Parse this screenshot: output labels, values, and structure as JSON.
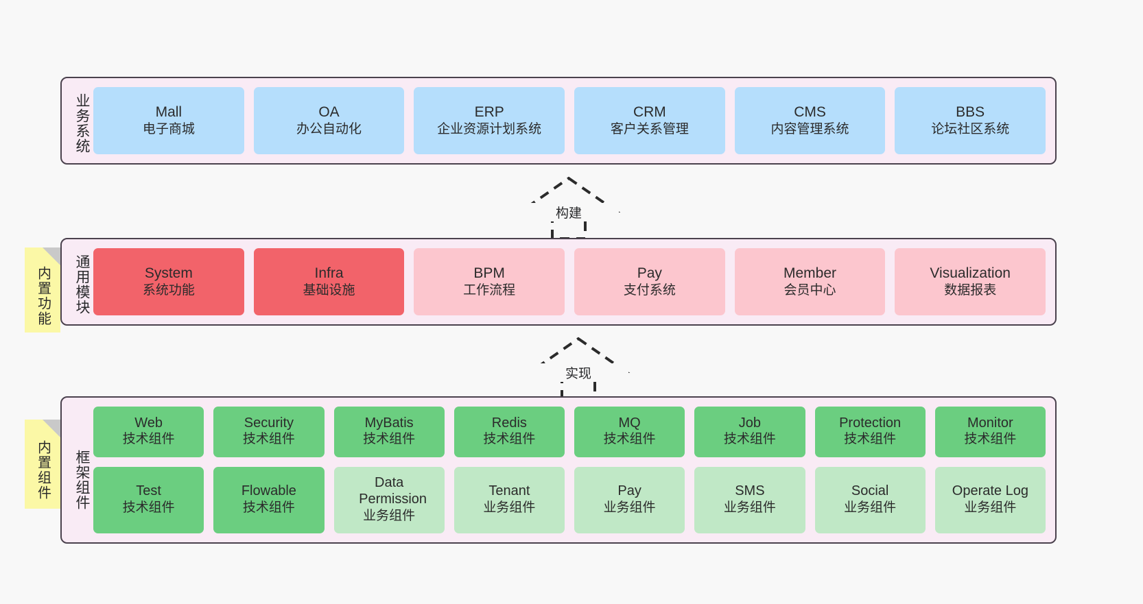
{
  "diagram": {
    "background_color": "#f8f8f8",
    "layer_bg_color": "#f9ebf5",
    "layer_border_color": "#4a414d",
    "note_color": "#fbf8a6"
  },
  "layers": [
    {
      "id": "business-system",
      "title": "业务系统",
      "rows": [
        {
          "cards": [
            {
              "name": "Mall",
              "desc": "电子商城",
              "color": "#b5defc",
              "style": "c-blue"
            },
            {
              "name": "OA",
              "desc": "办公自动化",
              "color": "#b5defc",
              "style": "c-blue"
            },
            {
              "name": "ERP",
              "desc": "企业资源计划系统",
              "color": "#b5defc",
              "style": "c-blue"
            },
            {
              "name": "CRM",
              "desc": "客户关系管理",
              "color": "#b5defc",
              "style": "c-blue"
            },
            {
              "name": "CMS",
              "desc": "内容管理系统",
              "color": "#b5defc",
              "style": "c-blue"
            },
            {
              "name": "BBS",
              "desc": "论坛社区系统",
              "color": "#b5defc",
              "style": "c-blue"
            }
          ]
        }
      ]
    },
    {
      "id": "common-module",
      "title": "通用模块",
      "note": "内置功能",
      "rows": [
        {
          "cards": [
            {
              "name": "System",
              "desc": "系统功能",
              "color": "#f2636a",
              "style": "c-red"
            },
            {
              "name": "Infra",
              "desc": "基础设施",
              "color": "#f2636a",
              "style": "c-red"
            },
            {
              "name": "BPM",
              "desc": "工作流程",
              "color": "#fcc6ce",
              "style": "c-pink"
            },
            {
              "name": "Pay",
              "desc": "支付系统",
              "color": "#fcc6ce",
              "style": "c-pink"
            },
            {
              "name": "Member",
              "desc": "会员中心",
              "color": "#fcc6ce",
              "style": "c-pink"
            },
            {
              "name": "Visualization",
              "desc": "数据报表",
              "color": "#fcc6ce",
              "style": "c-pink"
            }
          ]
        }
      ]
    },
    {
      "id": "framework-component",
      "title": "框架组件",
      "note": "内置组件",
      "rows": [
        {
          "cards": [
            {
              "name": "Web",
              "desc": "技术组件",
              "color": "#6bce80",
              "style": "c-green"
            },
            {
              "name": "Security",
              "desc": "技术组件",
              "color": "#6bce80",
              "style": "c-green"
            },
            {
              "name": "MyBatis",
              "desc": "技术组件",
              "color": "#6bce80",
              "style": "c-green"
            },
            {
              "name": "Redis",
              "desc": "技术组件",
              "color": "#6bce80",
              "style": "c-green"
            },
            {
              "name": "MQ",
              "desc": "技术组件",
              "color": "#6bce80",
              "style": "c-green"
            },
            {
              "name": "Job",
              "desc": "技术组件",
              "color": "#6bce80",
              "style": "c-green"
            },
            {
              "name": "Protection",
              "desc": "技术组件",
              "color": "#6bce80",
              "style": "c-green"
            },
            {
              "name": "Monitor",
              "desc": "技术组件",
              "color": "#6bce80",
              "style": "c-green"
            }
          ]
        },
        {
          "cards": [
            {
              "name": "Test",
              "desc": "技术组件",
              "color": "#6bce80",
              "style": "c-green"
            },
            {
              "name": "Flowable",
              "desc": "技术组件",
              "color": "#6bce80",
              "style": "c-green"
            },
            {
              "name": "Data Permission",
              "desc": "业务组件",
              "color": "#c0e8c6",
              "style": "c-green-light"
            },
            {
              "name": "Tenant",
              "desc": "业务组件",
              "color": "#c0e8c6",
              "style": "c-green-light"
            },
            {
              "name": "Pay",
              "desc": "业务组件",
              "color": "#c0e8c6",
              "style": "c-green-light"
            },
            {
              "name": "SMS",
              "desc": "业务组件",
              "color": "#c0e8c6",
              "style": "c-green-light"
            },
            {
              "name": "Social",
              "desc": "业务组件",
              "color": "#c0e8c6",
              "style": "c-green-light"
            },
            {
              "name": "Operate Log",
              "desc": "业务组件",
              "color": "#c0e8c6",
              "style": "c-green-light"
            }
          ]
        }
      ]
    }
  ],
  "connectors": [
    {
      "id": "build",
      "label": "构建",
      "from": "common-module",
      "to": "business-system",
      "style": "dashed-generalization"
    },
    {
      "id": "implement",
      "label": "实现",
      "from": "framework-component",
      "to": "common-module",
      "style": "dashed-generalization"
    }
  ]
}
